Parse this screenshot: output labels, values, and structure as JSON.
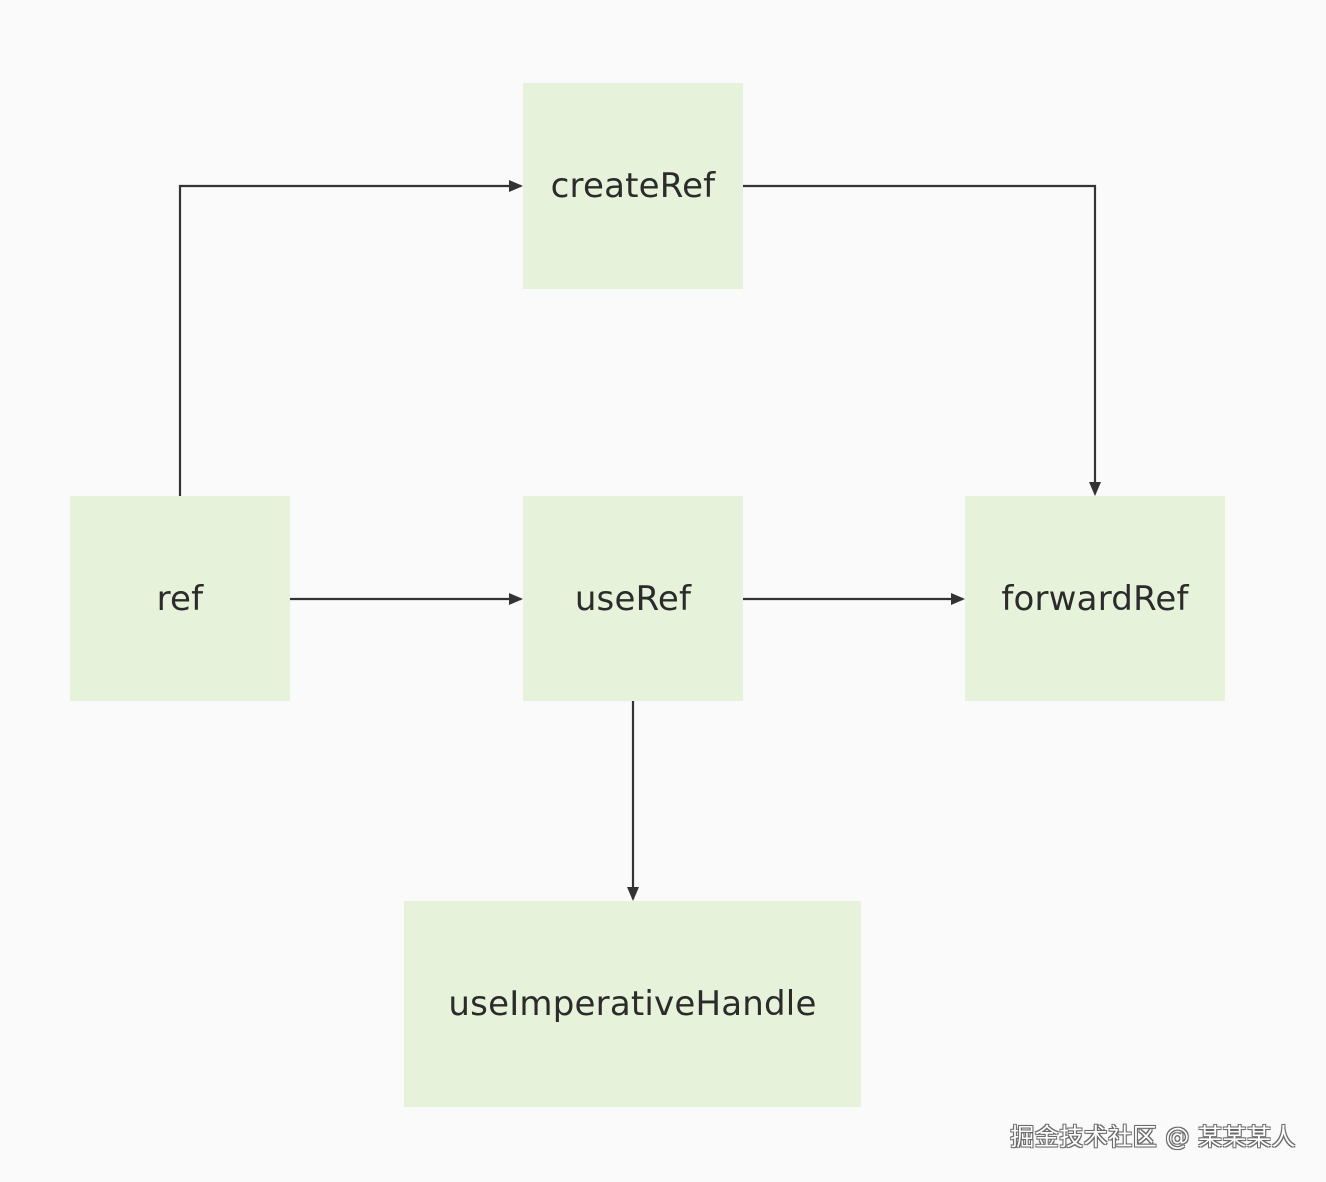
{
  "nodes": {
    "createRef": "createRef",
    "ref": "ref",
    "useRef": "useRef",
    "forwardRef": "forwardRef",
    "useImperativeHandle": "useImperativeHandle"
  },
  "edges": [
    {
      "from": "ref",
      "to": "createRef"
    },
    {
      "from": "createRef",
      "to": "forwardRef"
    },
    {
      "from": "ref",
      "to": "useRef"
    },
    {
      "from": "useRef",
      "to": "forwardRef"
    },
    {
      "from": "useRef",
      "to": "useImperativeHandle"
    }
  ],
  "colors": {
    "background": "#fafafa",
    "node_fill": "#e6f2da",
    "edge": "#333333",
    "text": "#2b2b2b"
  },
  "watermark": "掘金技术社区 @ 某某某人"
}
